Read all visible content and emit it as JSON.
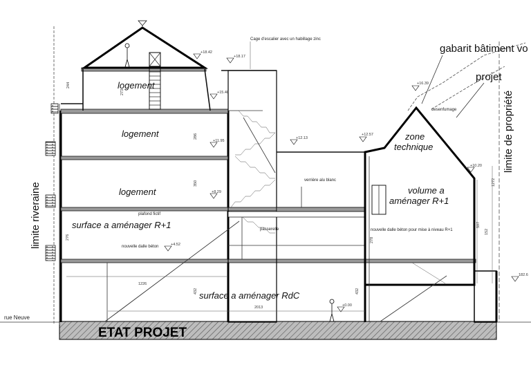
{
  "labels": {
    "top_right": "gabarit bâtiment vo",
    "projet": "projet",
    "limite_propriete": "limite de propriété",
    "limite_riveraine": "limite riveraine",
    "cage_escalier": "Cage d'escalier avec un habillage zinc",
    "desenfumage": "desenfumage",
    "verriere": "verrière alu blanc",
    "passerelle": "passerelle",
    "nouvelle_dalle_r1": "nouvelle dalle béton pour mise à niveau R+1",
    "nouvelle_dalle": "nouvelle dalle béton",
    "plafond": "plafond fictif",
    "rue": "rue Neuve",
    "etat_projet": "ETAT PROJET"
  },
  "rooms": {
    "logement_attic": "logement",
    "logement_2": "logement",
    "logement_1": "logement",
    "surface_r1": "surface a aménager R+1",
    "surface_rdc": "surface a aménager RdC",
    "zone_line1": "zone",
    "zone_line2": "technique",
    "volume_line1": "volume a",
    "volume_line2": "aménager R+1"
  },
  "levels": {
    "l1": "+18.42",
    "l2": "+18.17",
    "l3": "+15.48",
    "l4": "+16.39",
    "l5": "+12.13",
    "l6": "+12.57",
    "l7": "+11.95",
    "l8": "+10.20",
    "l9": "+8.29",
    "l10": "+4.52",
    "l11": "+0.00",
    "l12": "182.6"
  },
  "dims": {
    "d1": "244",
    "d2": "273",
    "d3": "286",
    "d4": "350",
    "d5": "276",
    "d6": "1226",
    "d7": "2013",
    "d8": "432",
    "d9": "432",
    "d10": "278",
    "d11": "597",
    "d12": "1272",
    "d13": "152"
  }
}
